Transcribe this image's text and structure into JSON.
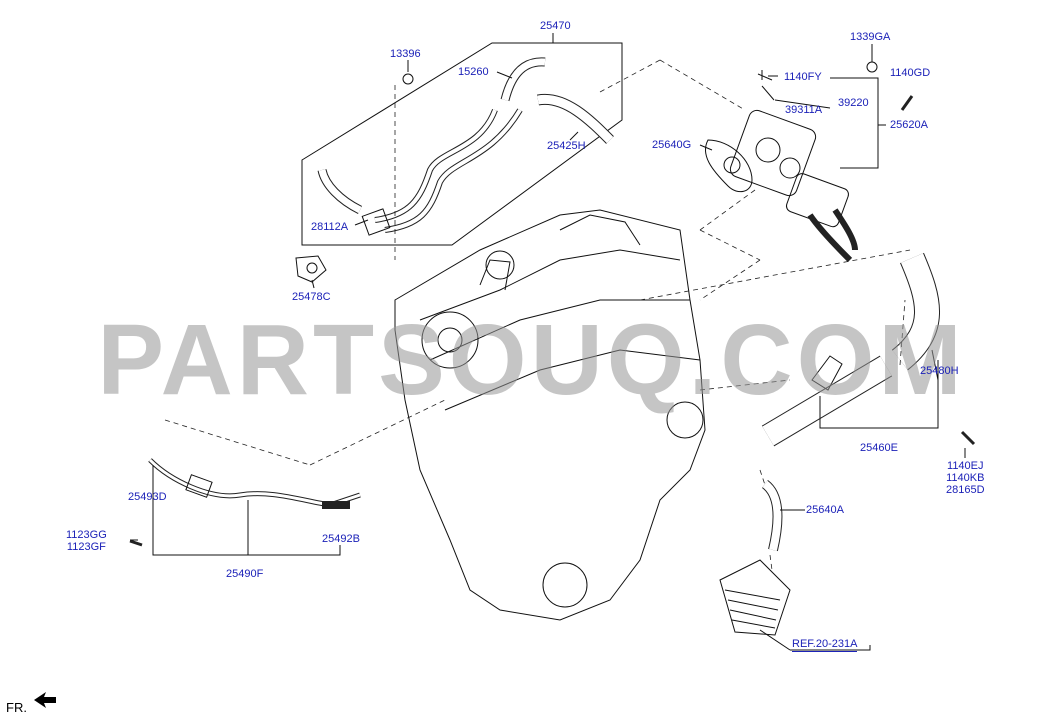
{
  "watermark": "PARTSOUQ.COM",
  "colors": {
    "callout": "#1c22b8",
    "line": "#111111",
    "dash": "#222222",
    "watermark": "rgba(150,150,150,0.55)",
    "ref": "#1c22b8"
  },
  "callouts": {
    "c25470": "25470",
    "c13396": "13396",
    "c15260": "15260",
    "c25425H": "25425H",
    "c28112A": "28112A",
    "c25478C": "25478C",
    "c1339GA": "1339GA",
    "c1140FY": "1140FY",
    "c1140GD": "1140GD",
    "c39311A": "39311A",
    "c39220": "39220",
    "c25620A": "25620A",
    "c25640G": "25640G",
    "c25480H": "25480H",
    "c25460E": "25460E",
    "c1140EJ": "1140EJ\n1140KB\n28165D",
    "c25640A": "25640A",
    "c25493D": "25493D",
    "c1123GG": "1123GG\n1123GF",
    "c25492B": "25492B",
    "c25490F": "25490F",
    "ref": "REF.20-231A"
  },
  "orientation_label": "FR."
}
